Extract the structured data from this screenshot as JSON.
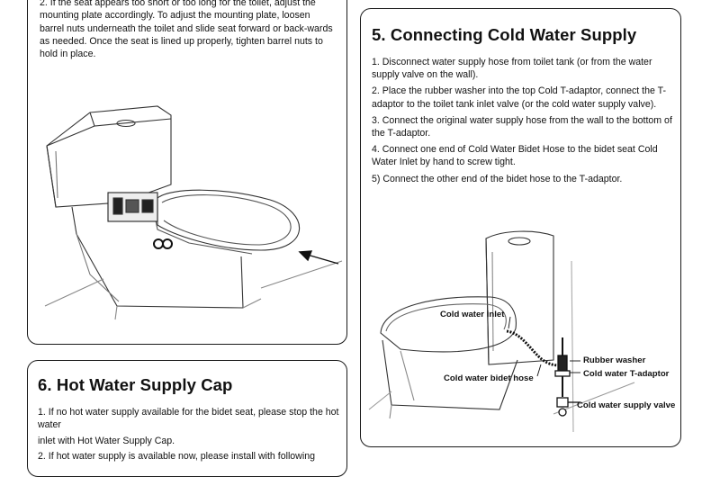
{
  "top_left": {
    "continued_text": "2. If the seat appears too short or too long for the toilet, adjust the mounting plate accordingly. To adjust the mounting plate, loosen barrel nuts underneath the toilet and slide seat forward or back-wards as needed. Once the seat is lined up properly, tighten barrel nuts to hold in place."
  },
  "section5": {
    "title": "5. Connecting Cold Water Supply",
    "steps": [
      "1. Disconnect water supply hose from toilet tank (or from the water supply valve on the wall).",
      "2. Place the rubber washer into the top Cold T-adaptor, connect the T-adaptor to the toilet tank inlet valve (or the cold water supply valve).",
      "3. Connect the original water supply hose from the wall to the bottom of the T-adaptor.",
      "4. Connect one end of Cold Water Bidet Hose to the bidet seat Cold Water Inlet by hand to screw tight.",
      "5) Connect the other end of the bidet hose to the T-adaptor."
    ],
    "diagram_labels": {
      "cold_water_inlet": "Cold water inlet",
      "rubber_washer": "Rubber washer",
      "cold_water_t_adaptor": "Cold water T-adaptor",
      "cold_water_bidet_hose": "Cold water bidet hose",
      "cold_water_supply_valve": "Cold water supply valve"
    }
  },
  "section6": {
    "title": "6. Hot Water Supply Cap",
    "line1": "1. If no hot water supply available for the bidet seat, please stop the hot water",
    "line2": "inlet with Hot Water Supply Cap.",
    "line3": "2. If hot water supply is available now, please install with following"
  }
}
